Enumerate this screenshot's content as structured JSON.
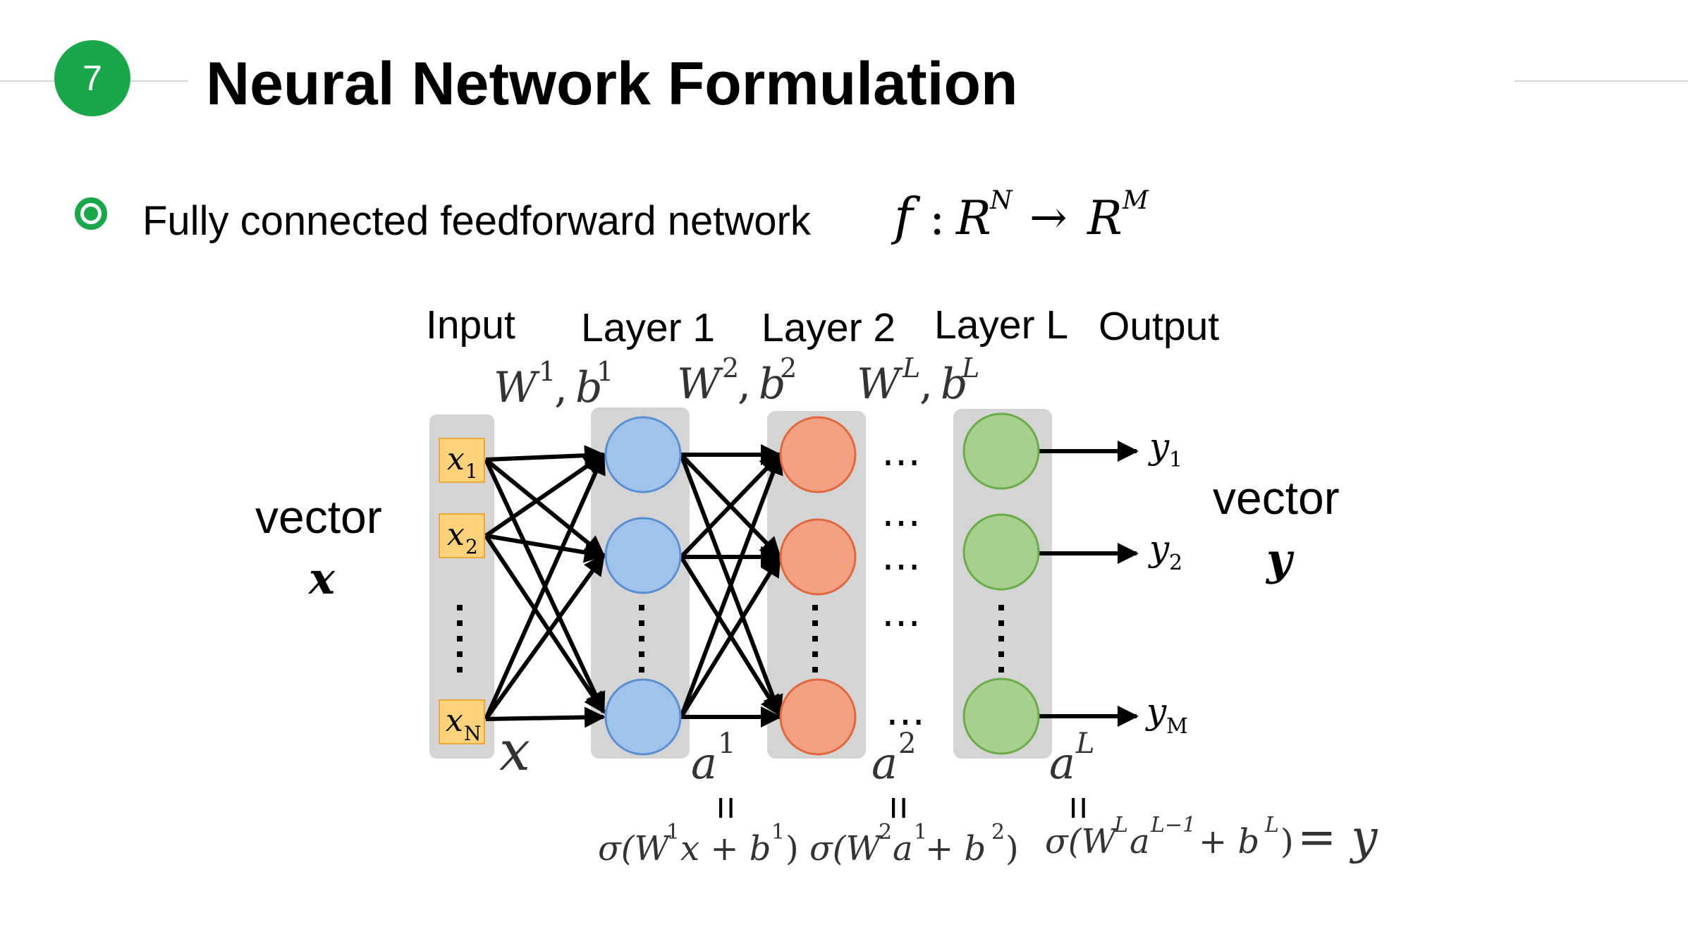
{
  "header": {
    "slide_number": "7",
    "title": "Neural Network Formulation"
  },
  "bullet": {
    "text": "Fully connected feedforward network",
    "formula": {
      "f": "f",
      "colon": " : ",
      "R": "R",
      "N": "N",
      "arrow": "→",
      "M": "M"
    }
  },
  "diagram": {
    "column_labels": [
      "Input",
      "Layer 1",
      "Layer 2",
      "Layer L",
      "Output"
    ],
    "params": [
      {
        "W": "W",
        "sup": "1",
        "b": "b",
        "bsup": "1"
      },
      {
        "W": "W",
        "sup": "2",
        "b": "b",
        "bsup": "2"
      },
      {
        "W": "W",
        "sup": "L",
        "b": "b",
        "bsup": "L"
      }
    ],
    "left_label": {
      "word": "vector",
      "symbol": "x"
    },
    "right_label": {
      "word": "vector",
      "symbol": "y"
    },
    "inputs": [
      {
        "base": "x",
        "sub": "1"
      },
      {
        "base": "x",
        "sub": "2"
      },
      {
        "base": "x",
        "sub": "N"
      }
    ],
    "input_symbol": "x",
    "outputs": [
      {
        "base": "y",
        "sub": "1"
      },
      {
        "base": "y",
        "sub": "2"
      },
      {
        "base": "y",
        "sub": "M"
      }
    ],
    "gap_dots": "…",
    "vertical_dots": "⋮",
    "activations": [
      {
        "a": "a",
        "sup": "1"
      },
      {
        "a": "a",
        "sup": "2"
      },
      {
        "a": "a",
        "sup": "L"
      }
    ],
    "equals": "=",
    "formulas": [
      {
        "pre": "σ(W",
        "s1": "1",
        "mid": "x + b",
        "s2": "1",
        "post": ")"
      },
      {
        "pre": "σ(W",
        "s1": "2",
        "mid": "a",
        "s1b": "1",
        "mid2": " + b",
        "s2": "2",
        "post": ")"
      },
      {
        "pre": "σ(W",
        "s1": "L",
        "mid": "a",
        "s1b": "L−1",
        "mid2": " + b",
        "s2": "L",
        "post": ")",
        "result": " = y"
      }
    ]
  },
  "colors": {
    "accent_green": "#1aa64a",
    "input_box": "#fdd27a",
    "layer1_node": "#9fc3ea",
    "layer2_node": "#f4a183",
    "layerL_node": "#a7d08e",
    "column_bg": "#d4d4d4"
  }
}
